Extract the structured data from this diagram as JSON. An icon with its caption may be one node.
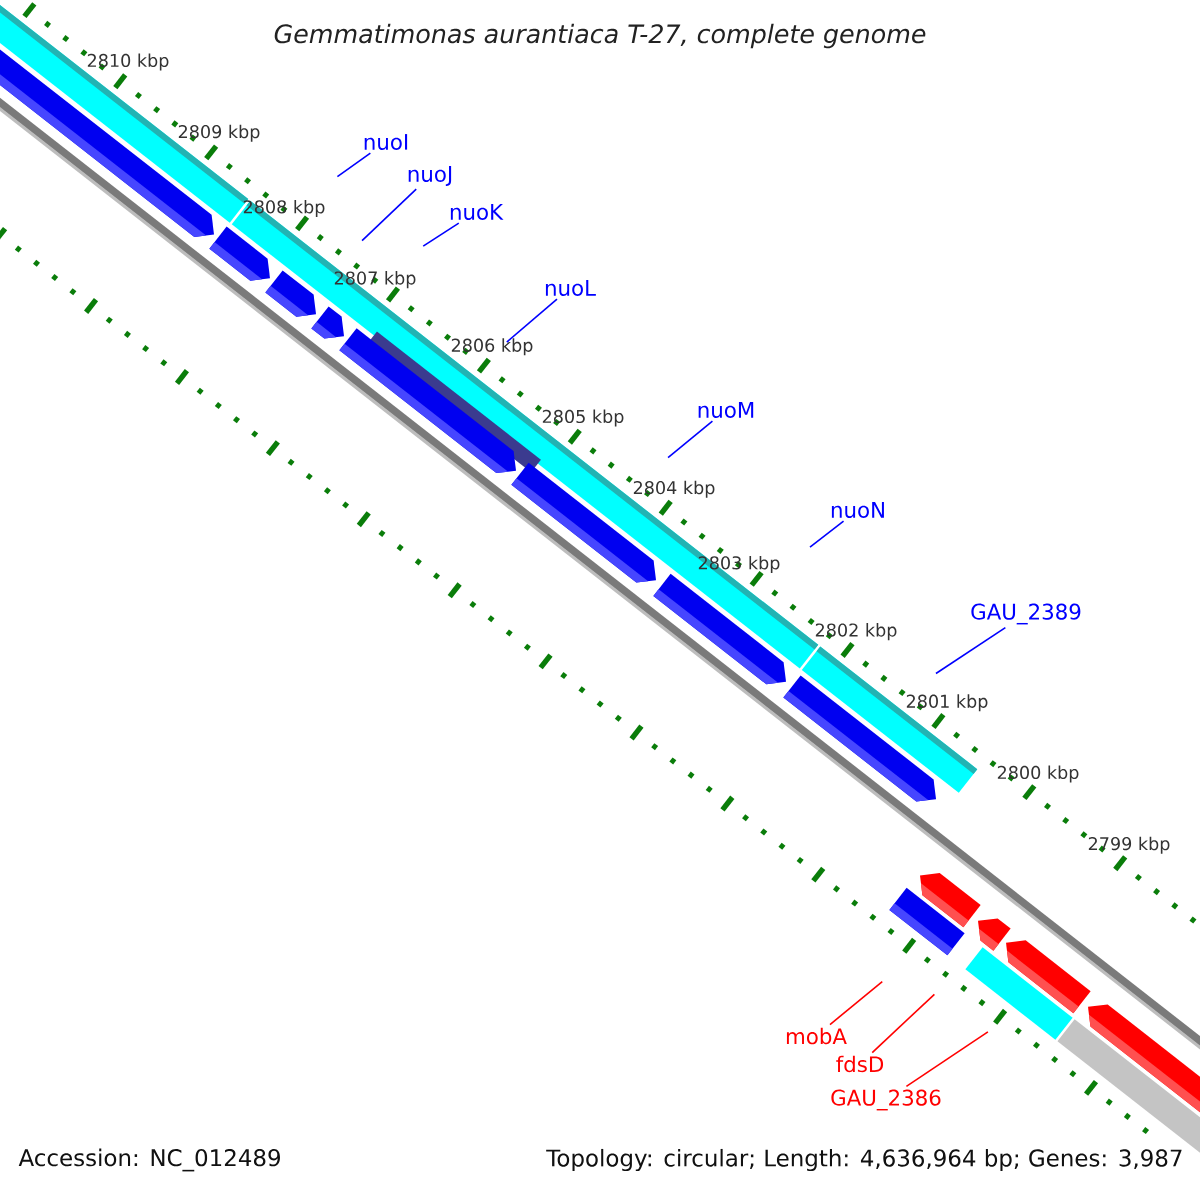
{
  "diagram": {
    "title": "Gemmatimonas aurantiaca T-27, complete genome",
    "nodes": [
      {
        "text": [
          "nuoI"
        ]
      },
      {
        "text": [
          "nuoJ"
        ]
      },
      {
        "text": [
          "nuoK"
        ]
      },
      {
        "text": [
          "nuoL"
        ]
      },
      {
        "text": [
          "nuoM"
        ]
      },
      {
        "text": [
          "nuoN"
        ]
      },
      {
        "text": [
          "GAU_2389"
        ]
      },
      {
        "text": [
          "mobA"
        ]
      },
      {
        "text": [
          "fdsD"
        ]
      },
      {
        "text": [
          "GAU_2386"
        ]
      }
    ],
    "edges": [
      {
        "from": 0,
        "to": null,
        "arrow": "none"
      },
      {
        "from": 1,
        "to": null,
        "arrow": "none"
      },
      {
        "from": 2,
        "to": null,
        "arrow": "none"
      },
      {
        "from": 3,
        "to": null,
        "arrow": "none"
      },
      {
        "from": 4,
        "to": null,
        "arrow": "none"
      },
      {
        "from": 5,
        "to": null,
        "arrow": "none"
      },
      {
        "from": 6,
        "to": null,
        "arrow": "none"
      },
      {
        "from": 7,
        "to": null,
        "arrow": "none",
        "color": "#ff0000"
      },
      {
        "from": 8,
        "to": null,
        "arrow": "none",
        "color": "#ff0000"
      },
      {
        "from": 9,
        "to": null,
        "arrow": "none",
        "color": "#ff0000"
      }
    ],
    "labels": [
      "2810 kbp",
      "2809 kbp",
      "2808 kbp",
      "2807 kbp",
      "2806 kbp",
      "2805 kbp",
      "2804 kbp",
      "2803 kbp",
      "2802 kbp",
      "2801 kbp",
      "2800 kbp",
      "2799 kbp",
      "Accession: NC_012489",
      "Topology: circular; Length: 4,636,964 bp; Genes: 3,987"
    ]
  }
}
